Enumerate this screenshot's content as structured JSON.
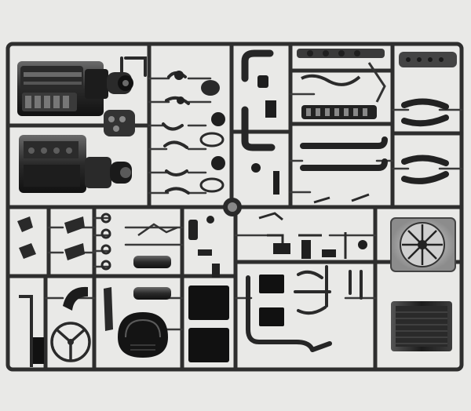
{
  "scene": {
    "kind": "plastic model kit sprue sheet",
    "colors": {
      "background": "#e9e9e7",
      "runner": "#3a3a3a",
      "part_dark": "#1f1f1f",
      "part_mid": "#4a4a4a",
      "part_light": "#8a8a8a",
      "highlight": "#bdbdbd"
    },
    "parts": [
      "engine-block-part",
      "gearbox-part",
      "radiator-fan-part",
      "radiator-core-part",
      "steering-wheel-part",
      "fender-part",
      "exhaust-pipe-part",
      "seat-panel-part",
      "fuel-tank-part",
      "suspension-arm-part"
    ]
  }
}
